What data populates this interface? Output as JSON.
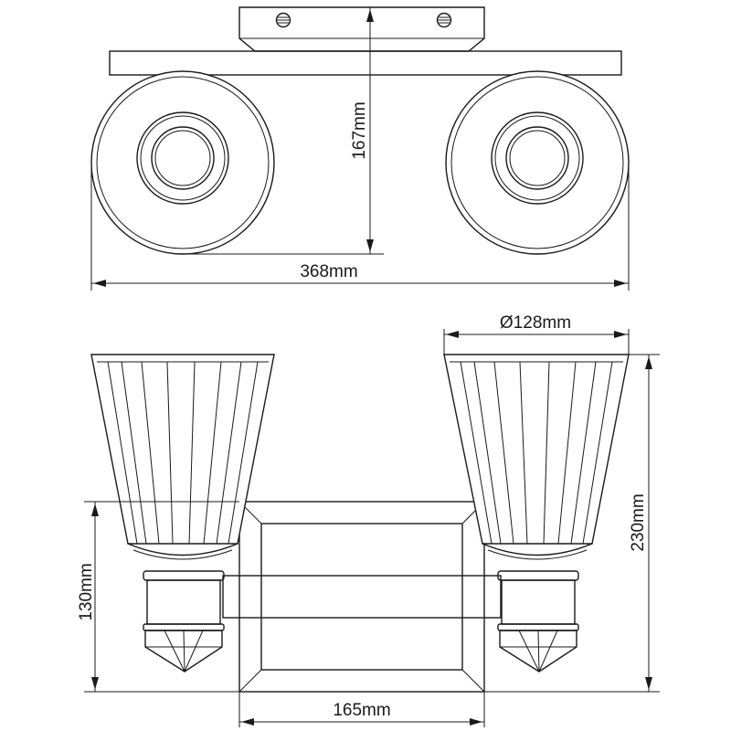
{
  "dimensions": {
    "top_depth": "167mm",
    "top_width": "368mm",
    "shade_diameter": "Ø128mm",
    "total_height": "230mm",
    "backplate_height": "130mm",
    "backplate_width": "165mm"
  },
  "colors": {
    "line": "#1a1a1a",
    "background": "#ffffff"
  },
  "icons": [
    "screw-icon"
  ]
}
